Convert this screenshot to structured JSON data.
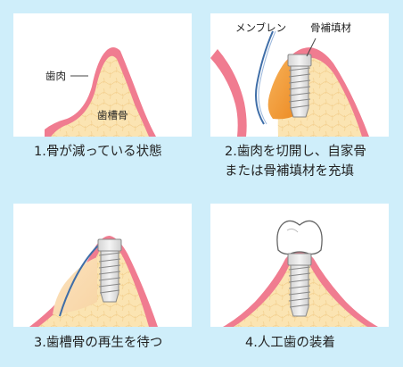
{
  "colors": {
    "background": "#cfeefa",
    "gum": "#f07c90",
    "bone": "#fbe4b2",
    "graft": "#f0902a",
    "implant": "#e6e6e6",
    "membrane": "#3f6ea8"
  },
  "steps": [
    {
      "caption": "1.骨が減っている状態",
      "labels": {
        "gum": "歯肉",
        "bone": "歯槽骨"
      }
    },
    {
      "caption_line1": "2.歯肉を切開し、自家骨",
      "caption_line2": "または骨補填材を充填",
      "labels": {
        "membrane": "メンブレン",
        "graft": "骨補填材"
      }
    },
    {
      "caption": "3.歯槽骨の再生を待つ"
    },
    {
      "caption": "4.人工歯の装着"
    }
  ]
}
